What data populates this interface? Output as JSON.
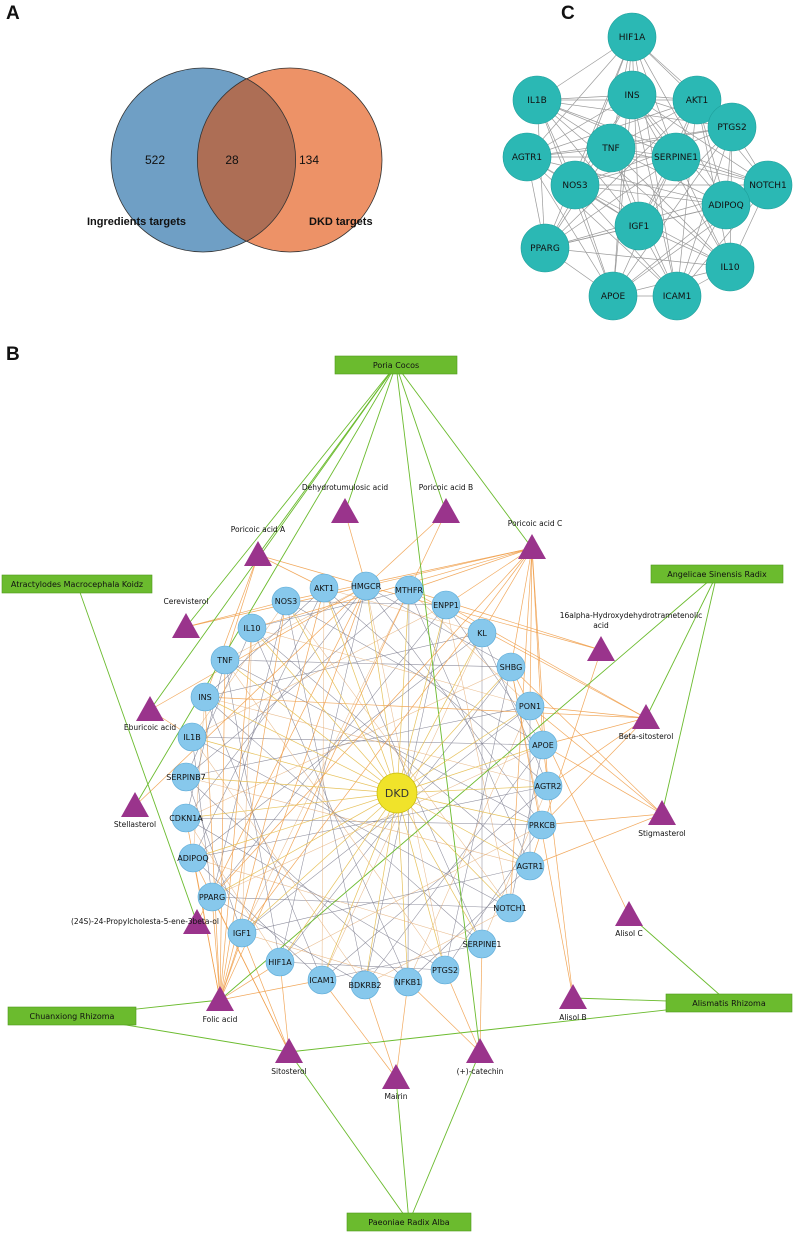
{
  "panels": {
    "a": "A",
    "b": "B",
    "c": "C"
  },
  "venn": {
    "left_only": "522",
    "overlap": "28",
    "right_only": "134",
    "left_label": "Ingredients targets",
    "right_label": "DKD targets",
    "colors": {
      "left": "#6f9fc5",
      "right": "#ec8c5f",
      "overlap": "#ad6e55"
    }
  },
  "ppi": {
    "node_color": "#2bb8b4",
    "nodes": [
      "HIF1A",
      "AKT1",
      "IL1B",
      "INS",
      "PTGS2",
      "AGTR1",
      "TNF",
      "SERPINE1",
      "NOTCH1",
      "NOS3",
      "ADIPOQ",
      "IGF1",
      "PPARG",
      "IL10",
      "APOE",
      "ICAM1"
    ]
  },
  "network": {
    "hub": "DKD",
    "hub_color": "#f0e32a",
    "target_color": "#87c8ec",
    "ingredient_color": "#9a348c",
    "herb_color": "#6bbb2e",
    "targets": [
      "HMGCR",
      "MTHFR",
      "ENPP1",
      "KL",
      "SHBG",
      "PON1",
      "APOE",
      "AGTR2",
      "PRKCB",
      "AGTR1",
      "NOTCH1",
      "SERPINE1",
      "PTGS2",
      "NFKB1",
      "BDKRB2",
      "ICAM1",
      "HIF1A",
      "IGF1",
      "PPARG",
      "ADIPOQ",
      "CDKN1A",
      "SERPINB7",
      "IL1B",
      "INS",
      "TNF",
      "IL10",
      "NOS3",
      "AKT1"
    ],
    "ingredients": [
      "Dehydrotumulosic acid",
      "Poricoic acid B",
      "Poricoic acid A",
      "Poricoic acid C",
      "Cerevisterol",
      "16alpha-Hydroxydehydrotrametenolic acid",
      "Eburicoic acid",
      "Beta-sitosterol",
      "Stellasterol",
      "Stigmasterol",
      "(24S)-24-Propylcholesta-5-ene-3beta-ol",
      "Alisol C",
      "Folic acid",
      "Alisol B",
      "Sitosterol",
      "Mairin",
      "(+)-catechin"
    ],
    "herbs": [
      "Poria Cocos",
      "Atractylodes Macrocephala Koidz",
      "Angelicae Sinensis Radix",
      "Chuanxiong Rhizoma",
      "Alismatis Rhizoma",
      "Paeoniae Radix Alba"
    ]
  }
}
